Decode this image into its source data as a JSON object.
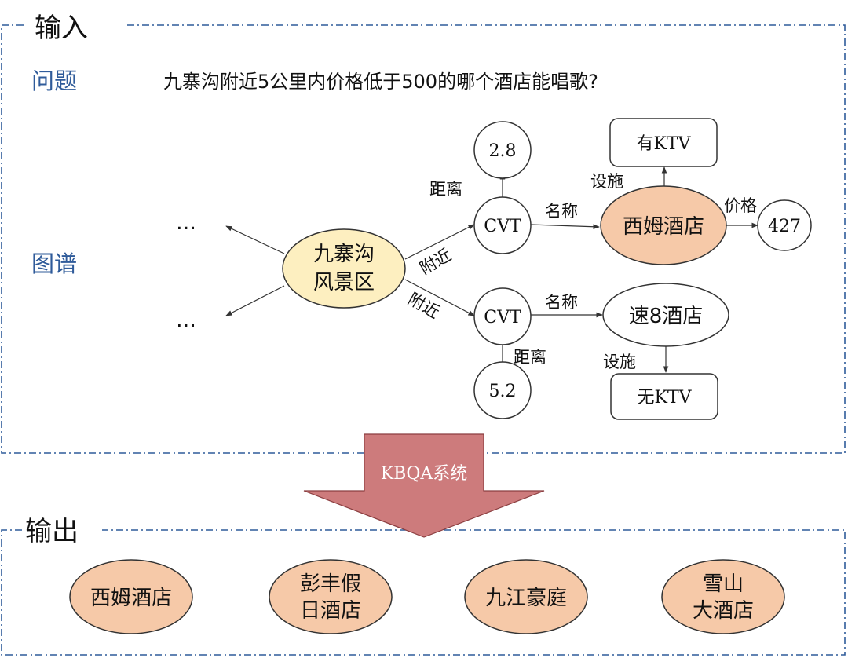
{
  "input_section": {
    "title": "输入",
    "question_label": "问题",
    "question_text": "九寨沟附近5公里内价格低于500的哪个酒店能唱歌?",
    "graph_label": "图谱"
  },
  "graph": {
    "center_line1": "九寨沟",
    "center_line2": "风景区",
    "ellipsis_top": "…",
    "ellipsis_bottom": "…",
    "cvt_top": "CVT",
    "cvt_bottom": "CVT",
    "distance_top_value": "2.8",
    "distance_bottom_value": "5.2",
    "hotel_top": "西姆酒店",
    "hotel_bottom": "速8酒店",
    "facility_top": "有KTV",
    "facility_bottom": "无KTV",
    "price_value": "427",
    "edge_nearby_top": "附近",
    "edge_nearby_bottom": "附近",
    "edge_distance_top": "距离",
    "edge_distance_bottom": "距离",
    "edge_name_top": "名称",
    "edge_name_bottom": "名称",
    "edge_facility_top": "设施",
    "edge_facility_bottom": "设施",
    "edge_price": "价格"
  },
  "system_arrow": {
    "label": "KBQA系统",
    "color": "#cd7b7c"
  },
  "output_section": {
    "title": "输出",
    "results": [
      {
        "line1": "西姆酒店",
        "line2": ""
      },
      {
        "line1": "彭丰假",
        "line2": "日酒店"
      },
      {
        "line1": "九江豪庭",
        "line2": ""
      },
      {
        "line1": "雪山",
        "line2": "大酒店"
      }
    ]
  },
  "colors": {
    "frame_dash": "#2f5b9a",
    "center_fill": "#fdefc0",
    "highlight_fill": "#f6c9a8"
  }
}
